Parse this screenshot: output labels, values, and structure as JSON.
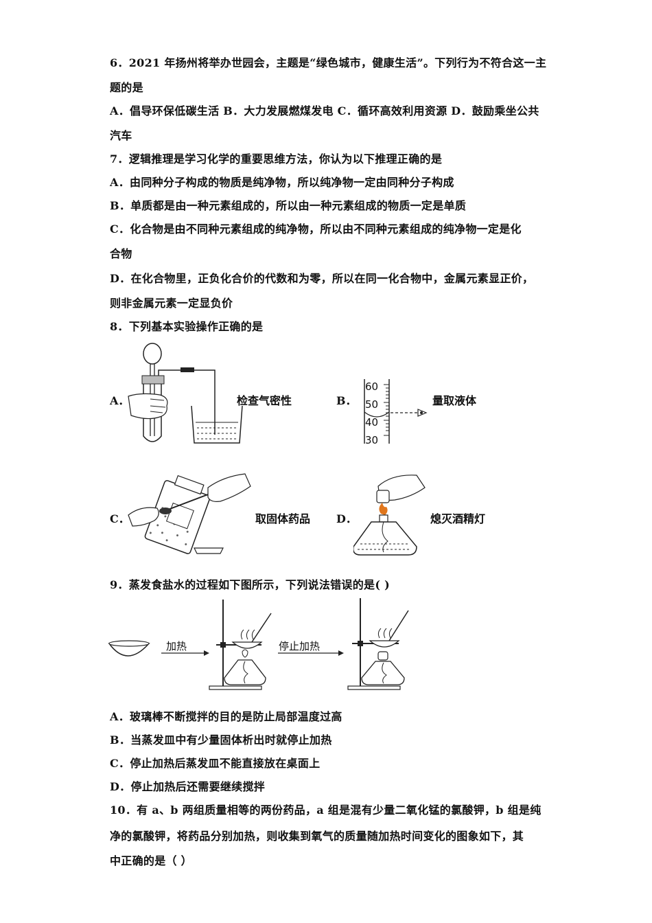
{
  "q6": {
    "line1": "6．2021 年扬州将举办世园会，主题是“绿色城市，健康生活”。下列行为不符合这一主",
    "line2": "题的是",
    "line3": "A．倡导环保低碳生活 B．大力发展燃煤发电 C．循环高效利用资源 D．鼓励乘坐公共",
    "line4": "汽车"
  },
  "q7": {
    "stem": "7．逻辑推理是学习化学的重要思维方法，你认为以下推理正确的是",
    "a": "A．由同种分子构成的物质是纯净物，所以纯净物一定由同种分子构成",
    "b": "B．单质都是由一种元素组成的，所以由一种元素组成的物质一定是单质",
    "c1": "C．化合物是由不同种元素组成的纯净物，所以由不同种元素组成的纯净物一定是化",
    "c2": "合物",
    "d1": "D．在化合物里，正负化合价的代数和为零，所以在同一化合物中，金属元素显正价，",
    "d2": "则非金属元素一定显负价"
  },
  "q8": {
    "stem": "8．下列基本实验操作正确的是",
    "a_label": "A．",
    "a_caption": "检查气密性",
    "b_label": "B．",
    "b_caption": "量取液体",
    "b_scale": [
      "60",
      "50",
      "40",
      "30"
    ],
    "c_label": "C．",
    "c_caption": "取固体药品",
    "d_label": "D．",
    "d_caption": "熄灭酒精灯"
  },
  "q9": {
    "stem": "9．蒸发食盐水的过程如下图所示，下列说法错误的是(   )",
    "arrow1": "加热",
    "arrow2": "停止加热",
    "a": "A．玻璃棒不断搅拌的目的是防止局部温度过高",
    "b": "B．当蒸发皿中有少量固体析出时就停止加热",
    "c": "C．停止加热后蒸发皿不能直接放在桌面上",
    "d": "D．停止加热后还需要继续搅拌"
  },
  "q10": {
    "line1": "10．有 a、b 两组质量相等的两份药品，a 组是混有少量二氧化锰的氯酸钾，b 组是纯",
    "line2": "净的氯酸钾，将药品分别加热，则收集到氧气的质量随加热时间变化的图象如下，其",
    "line3": "中正确的是（      ）"
  }
}
